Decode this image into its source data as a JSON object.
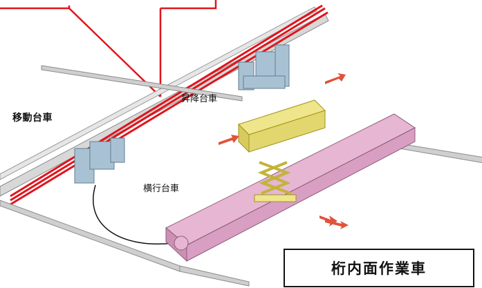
{
  "labels": {
    "ido_daisha": "移動台車",
    "shoko_daisha": "昇降台車",
    "oko_daisha": "横行台車"
  },
  "title": "桁内面作業車",
  "colors": {
    "red_line": "#e0141c",
    "rail": "#b7b7b7",
    "lift_yellow": "#efe58a",
    "cart_pink": "#e6b6d3",
    "bogie_blue": "#a9c2d3",
    "arrow": "#e0533a"
  },
  "icons": [
    "double-arrow-icon",
    "double-arrow-icon",
    "double-arrow-icon"
  ]
}
